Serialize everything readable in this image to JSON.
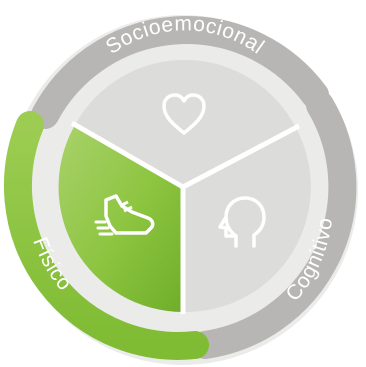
{
  "diagram": {
    "segments": [
      {
        "label": "Socioemocional",
        "icon": "heart-icon",
        "color": "#b7b6b4"
      },
      {
        "label": "Cognitivo",
        "icon": "head-silhouette-icon",
        "color": "#b7b6b4"
      },
      {
        "label": "Físico",
        "icon": "running-shoe-icon",
        "color": "#8cc43f"
      }
    ],
    "colors": {
      "inner_fill": "#dcdcdb",
      "inner_fill_active": "#8cc43f",
      "divider": "#ffffff",
      "ring_grey": "#b7b6b4",
      "ring_green": "#8cc43f",
      "outer_disc": "#ebebea"
    }
  }
}
